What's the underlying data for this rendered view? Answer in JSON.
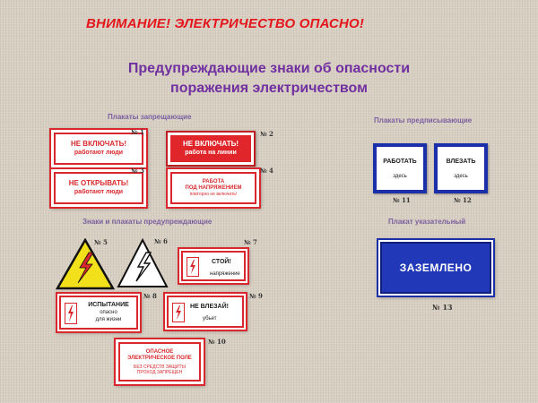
{
  "warning_heading": "ВНИМАНИЕ! ЭЛЕКТРИЧЕСТВО ОПАСНО!",
  "title_line1": "Предупреждающие знаки об опасности",
  "title_line2": "поражения электричеством",
  "colors": {
    "red": "#d8282d",
    "blue": "#1b2fa8",
    "title": "#7030a0",
    "heading": "#e4161b",
    "yellow": "#f2e01a"
  },
  "groups": {
    "prohibiting": "Плакаты запрещающие",
    "prescribing": "Плакаты предписывающие",
    "warning": "Знаки и плакаты предупреждающие",
    "indicative": "Плакат указательный"
  },
  "signs": {
    "s1": {
      "number": "№ 1",
      "line1": "НЕ ВКЛЮЧАТЬ!",
      "line2": "работают люди"
    },
    "s2": {
      "number": "№ 2",
      "line1": "НЕ ВКЛЮЧАТЬ!",
      "line2": "работа на линии"
    },
    "s3": {
      "number": "№ 3",
      "line1": "НЕ ОТКРЫВАТЬ!",
      "line2": "работают люди"
    },
    "s4": {
      "number": "№ 4",
      "line1": "РАБОТА",
      "line2": "ПОД НАПРЯЖЕНИЕМ",
      "line3": "повторно не включать!"
    },
    "s5": {
      "number": "№ 5",
      "icon": "lightning-bolt-icon"
    },
    "s6": {
      "number": "№ 6",
      "icon": "lightning-bolt-icon"
    },
    "s7": {
      "number": "№ 7",
      "line1": "СТОЙ!",
      "line2": "напряжение"
    },
    "s8": {
      "number": "№ 8",
      "line1": "ИСПЫТАНИЕ",
      "line2": "опасно",
      "line3": "для жизни"
    },
    "s9": {
      "number": "№ 9",
      "line1": "НЕ ВЛЕЗАЙ!",
      "line2": "убьет"
    },
    "s10": {
      "number": "№ 10",
      "line1": "ОПАСНОЕ",
      "line2": "ЭЛЕКТРИЧЕСКОЕ ПОЛЕ",
      "line3": "БЕЗ СРЕДСТВ ЗАЩИТЫ",
      "line4": "ПРОХОД ЗАПРЕЩЕН"
    },
    "s11": {
      "number": "№ 11",
      "line1": "РАБОТАТЬ",
      "line2": "здесь"
    },
    "s12": {
      "number": "№ 12",
      "line1": "ВЛЕЗАТЬ",
      "line2": "здесь"
    },
    "s13": {
      "number": "№ 13",
      "line1": "ЗАЗЕМЛЕНО"
    }
  }
}
